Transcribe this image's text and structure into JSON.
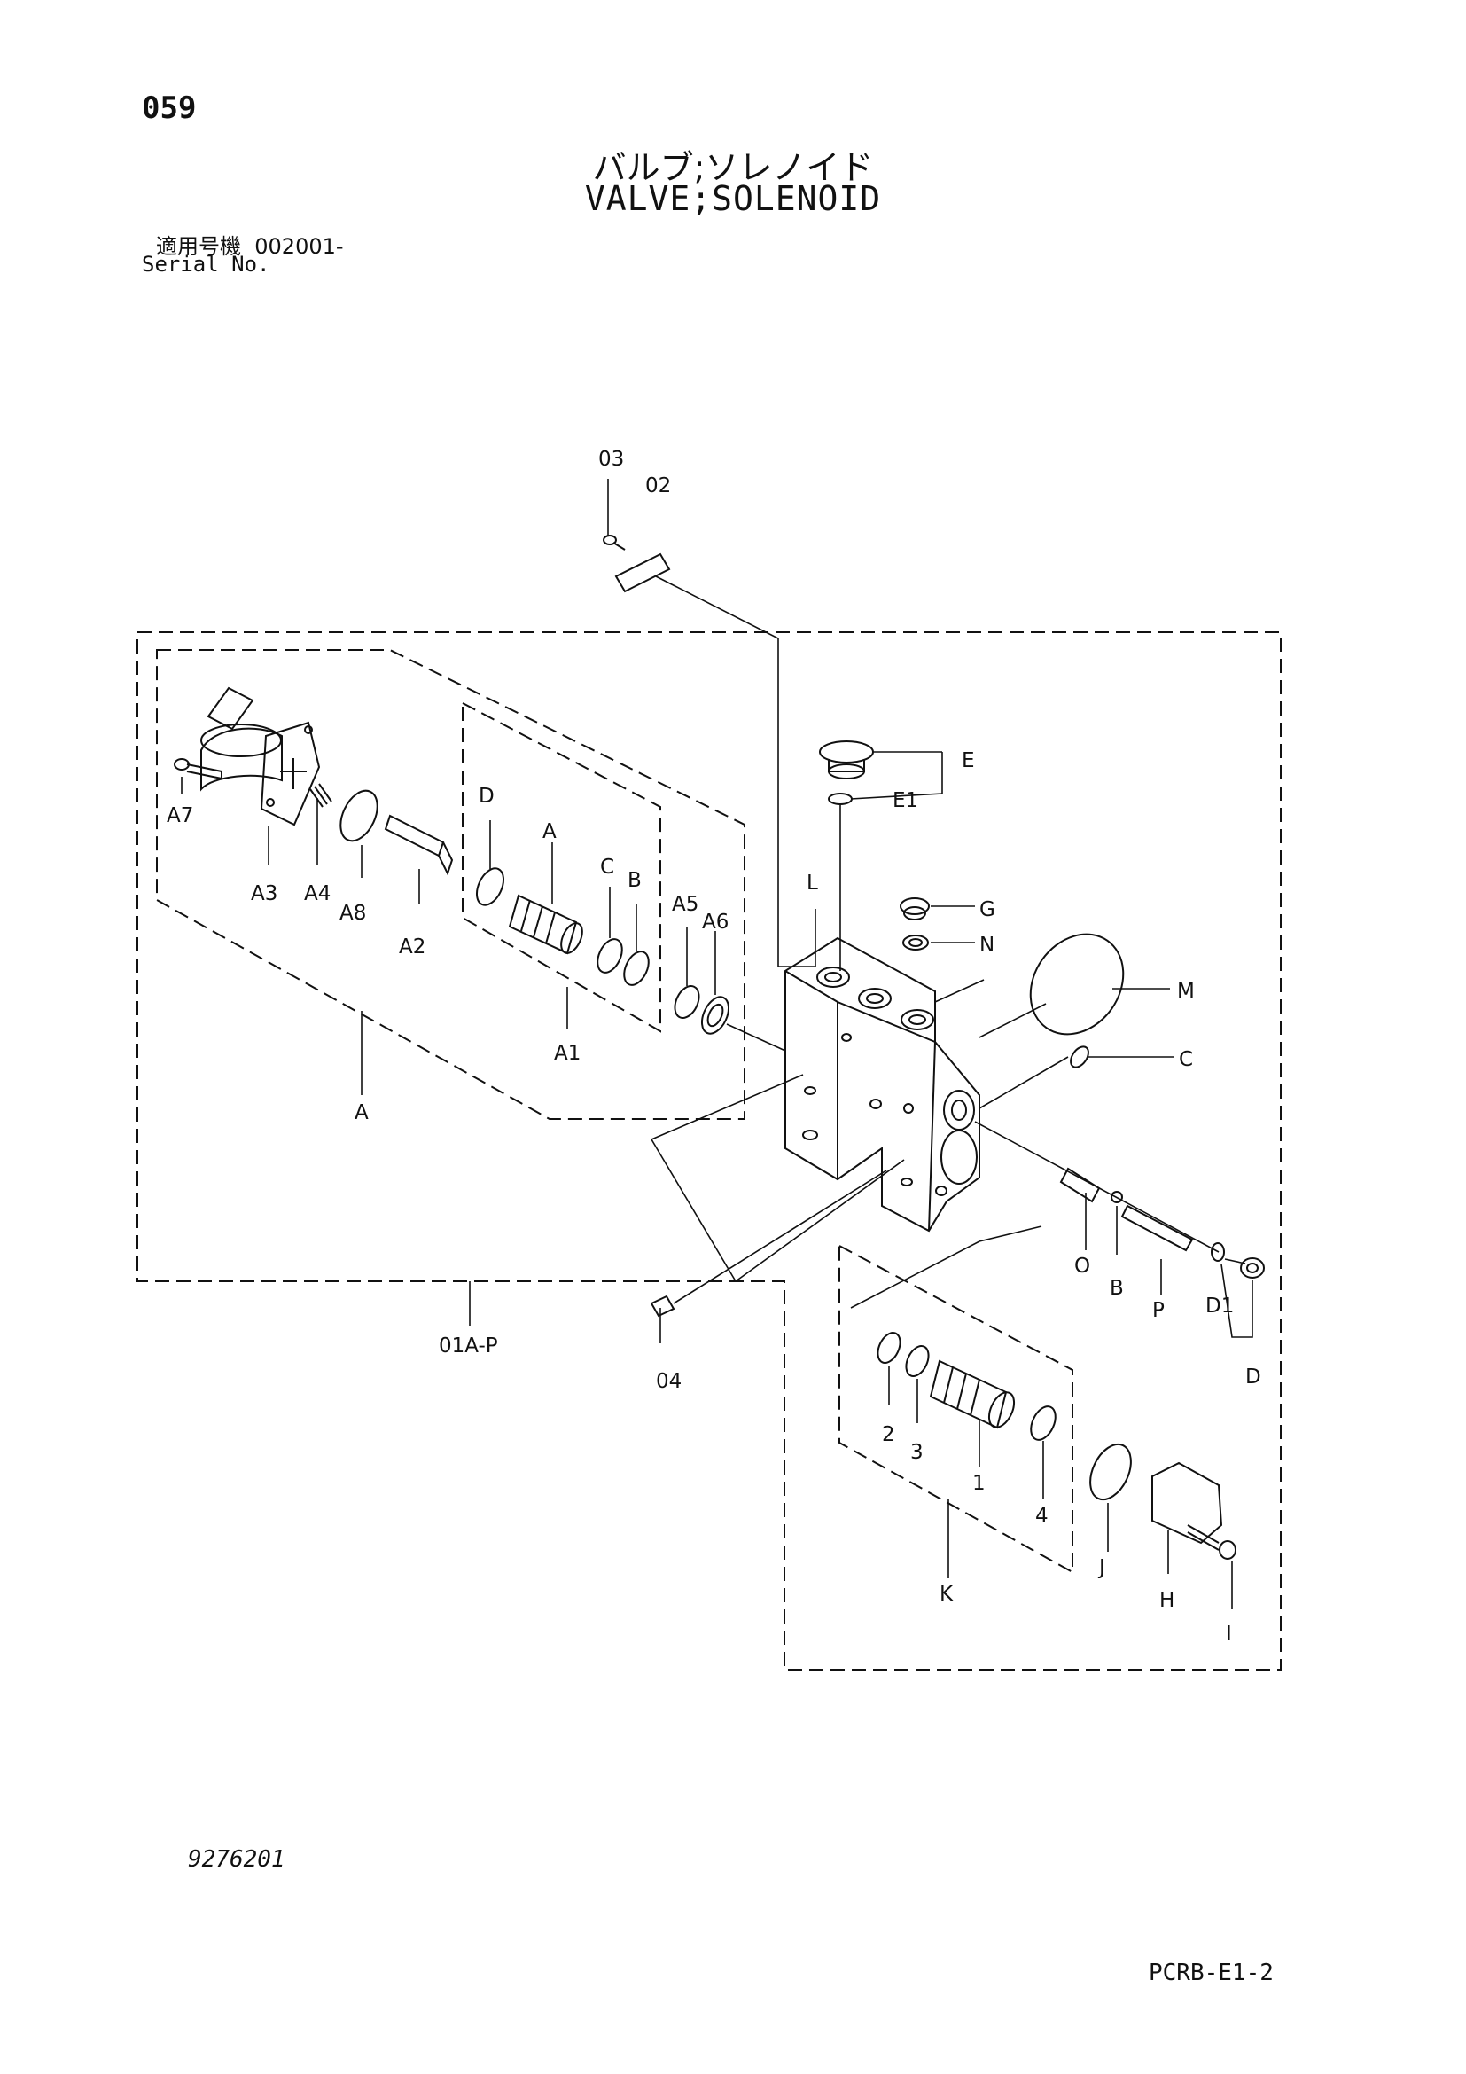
{
  "header": {
    "page_number": "059",
    "title_jp": "バルブ;ソレノイド",
    "title_en": "VALVE;SOLENOID",
    "serial_jp": "適用号機  002001-",
    "serial_en": "Serial No."
  },
  "footer": {
    "drawing_number": "9276201",
    "page_code": "PCRB-E1-2"
  },
  "callouts": [
    "03",
    "02",
    "E",
    "E1",
    "L",
    "G",
    "N",
    "M",
    "C",
    "D",
    "A",
    "C",
    "B",
    "A5",
    "A6",
    "A7",
    "A3",
    "A4",
    "A8",
    "A2",
    "A1",
    "A",
    "O",
    "B",
    "P",
    "D1",
    "D",
    "01A-P",
    "04",
    "2",
    "3",
    "1",
    "4",
    "J",
    "H",
    "I",
    "K"
  ]
}
